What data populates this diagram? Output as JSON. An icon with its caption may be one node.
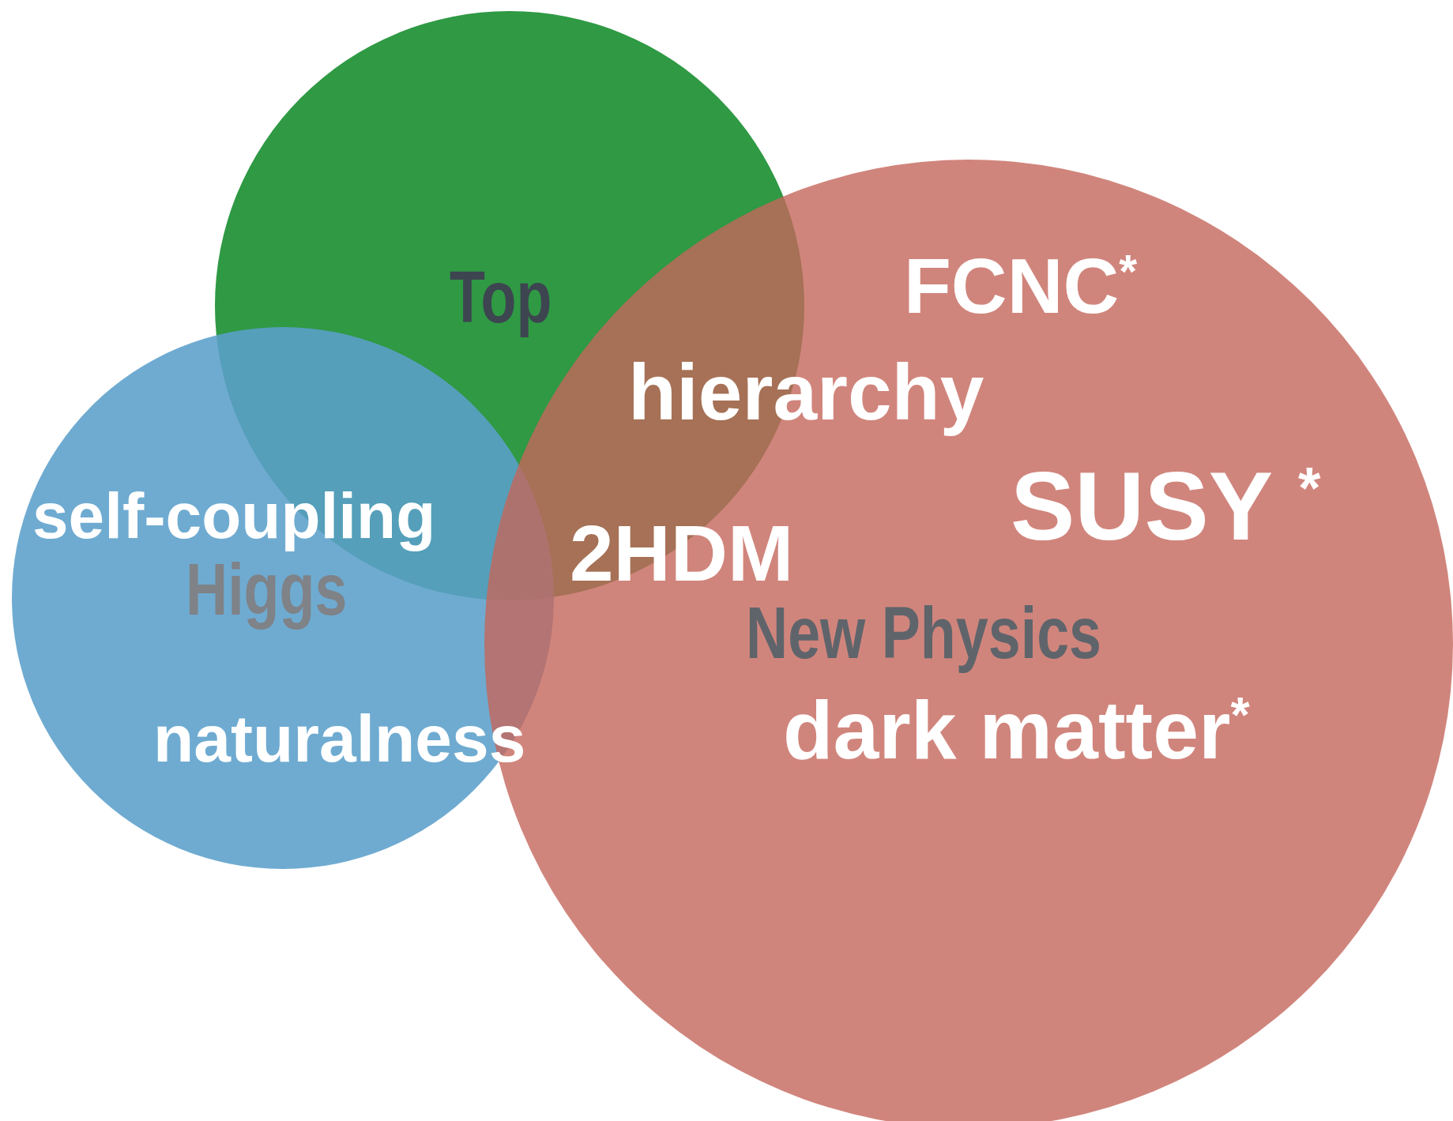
{
  "diagram": {
    "nodes": [
      {
        "text": [
          "Top"
        ]
      },
      {
        "text": [
          "Higgs"
        ]
      },
      {
        "text": [
          "New Physics"
        ]
      }
    ],
    "labels": [
      "FCNC$^{*}$",
      "hierarchy",
      "SUSY $^{*}$",
      "self-coupling",
      "2HDM",
      "naturalness",
      "dark matter$^{*}$"
    ]
  }
}
